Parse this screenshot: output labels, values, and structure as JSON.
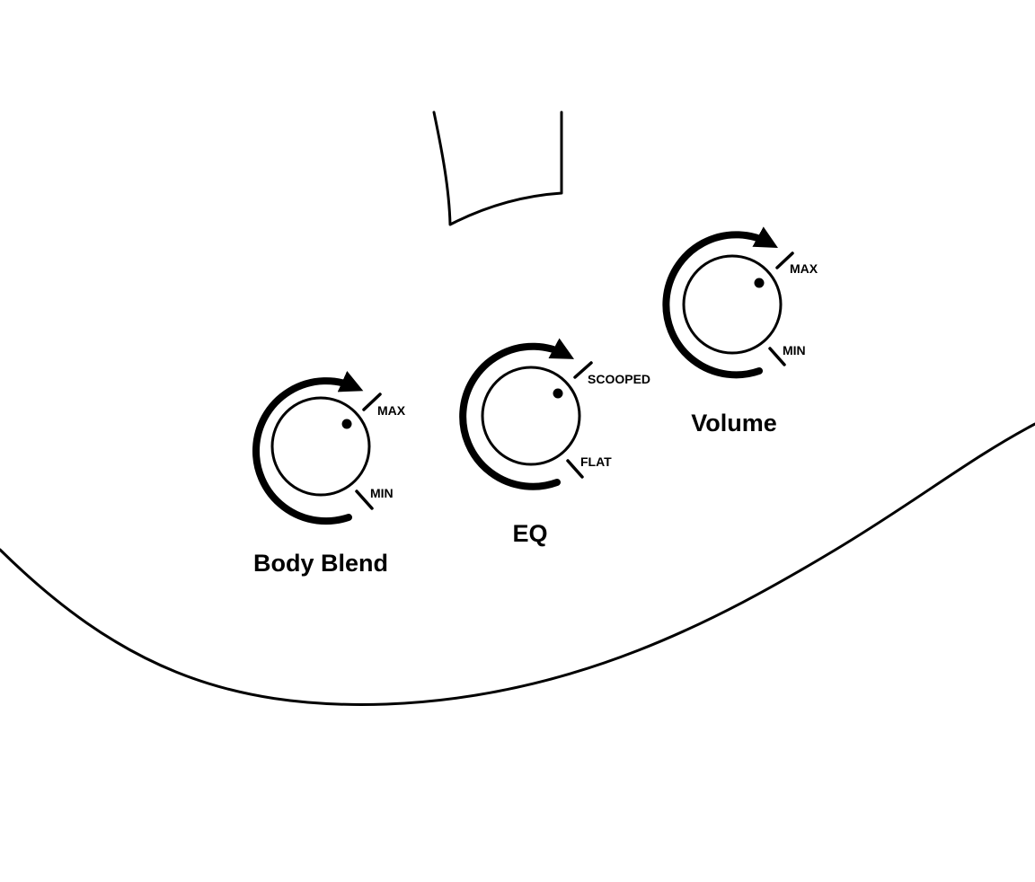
{
  "controls": [
    {
      "name": "Body Blend",
      "min_label": "MIN",
      "max_label": "MAX"
    },
    {
      "name": "EQ",
      "min_label": "FLAT",
      "max_label": "SCOOPED"
    },
    {
      "name": "Volume",
      "min_label": "MIN",
      "max_label": "MAX"
    }
  ]
}
